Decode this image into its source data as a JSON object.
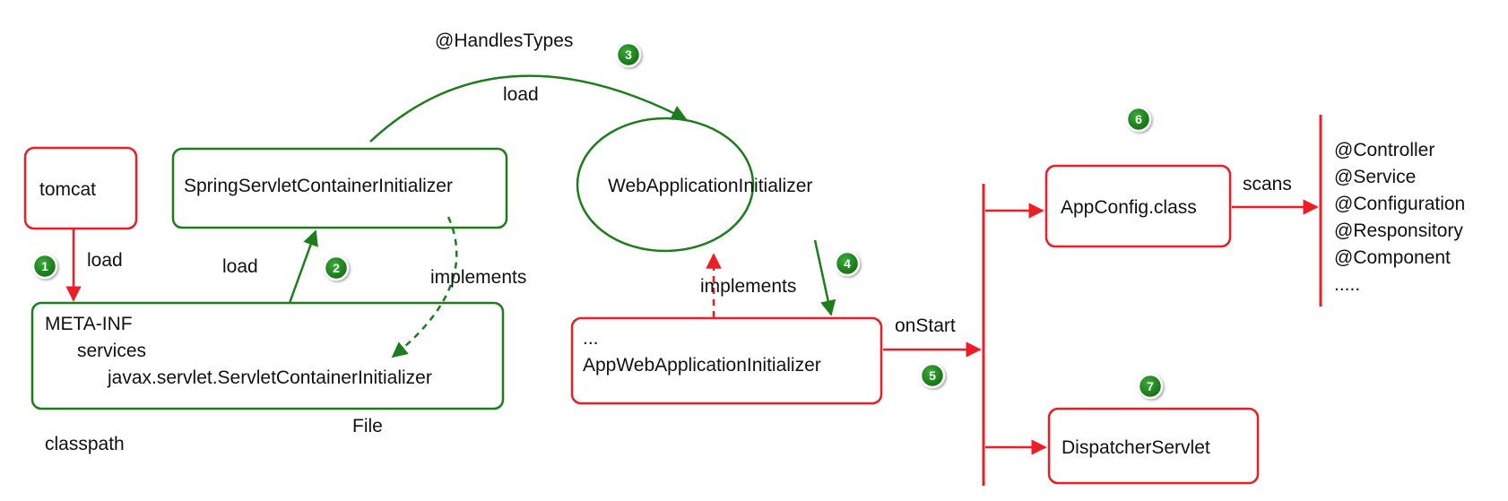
{
  "colors": {
    "red": "#ee1c25",
    "green": "#1b7d1b",
    "badge_fill": "#1e8a1e"
  },
  "boxes": {
    "tomcat": "tomcat",
    "spring_initializer": "SpringServletContainerInitializer",
    "meta_inf": "META-INF",
    "services": "services",
    "servlet_container_initializer": "javax.servlet.ServletContainerInitializer",
    "web_app_initializer": "WebApplicationInitializer",
    "app_web_ellipsis": "...",
    "app_web_initializer": "AppWebApplicationInitializer",
    "app_config": "AppConfig.class",
    "dispatcher_servlet": "DispatcherServlet"
  },
  "labels": {
    "load_1": "load",
    "load_2": "load",
    "handles_types": "@HandlesTypes",
    "load_3": "load",
    "implements_1": "implements",
    "implements_2": "implements",
    "on_start": "onStart",
    "scans": "scans",
    "file": "File",
    "classpath": "classpath"
  },
  "annotations": [
    "@Controller",
    "@Service",
    "@Configuration",
    "@Responsitory",
    "@Component",
    "....."
  ],
  "badges": [
    "1",
    "2",
    "3",
    "4",
    "5",
    "6",
    "7"
  ]
}
